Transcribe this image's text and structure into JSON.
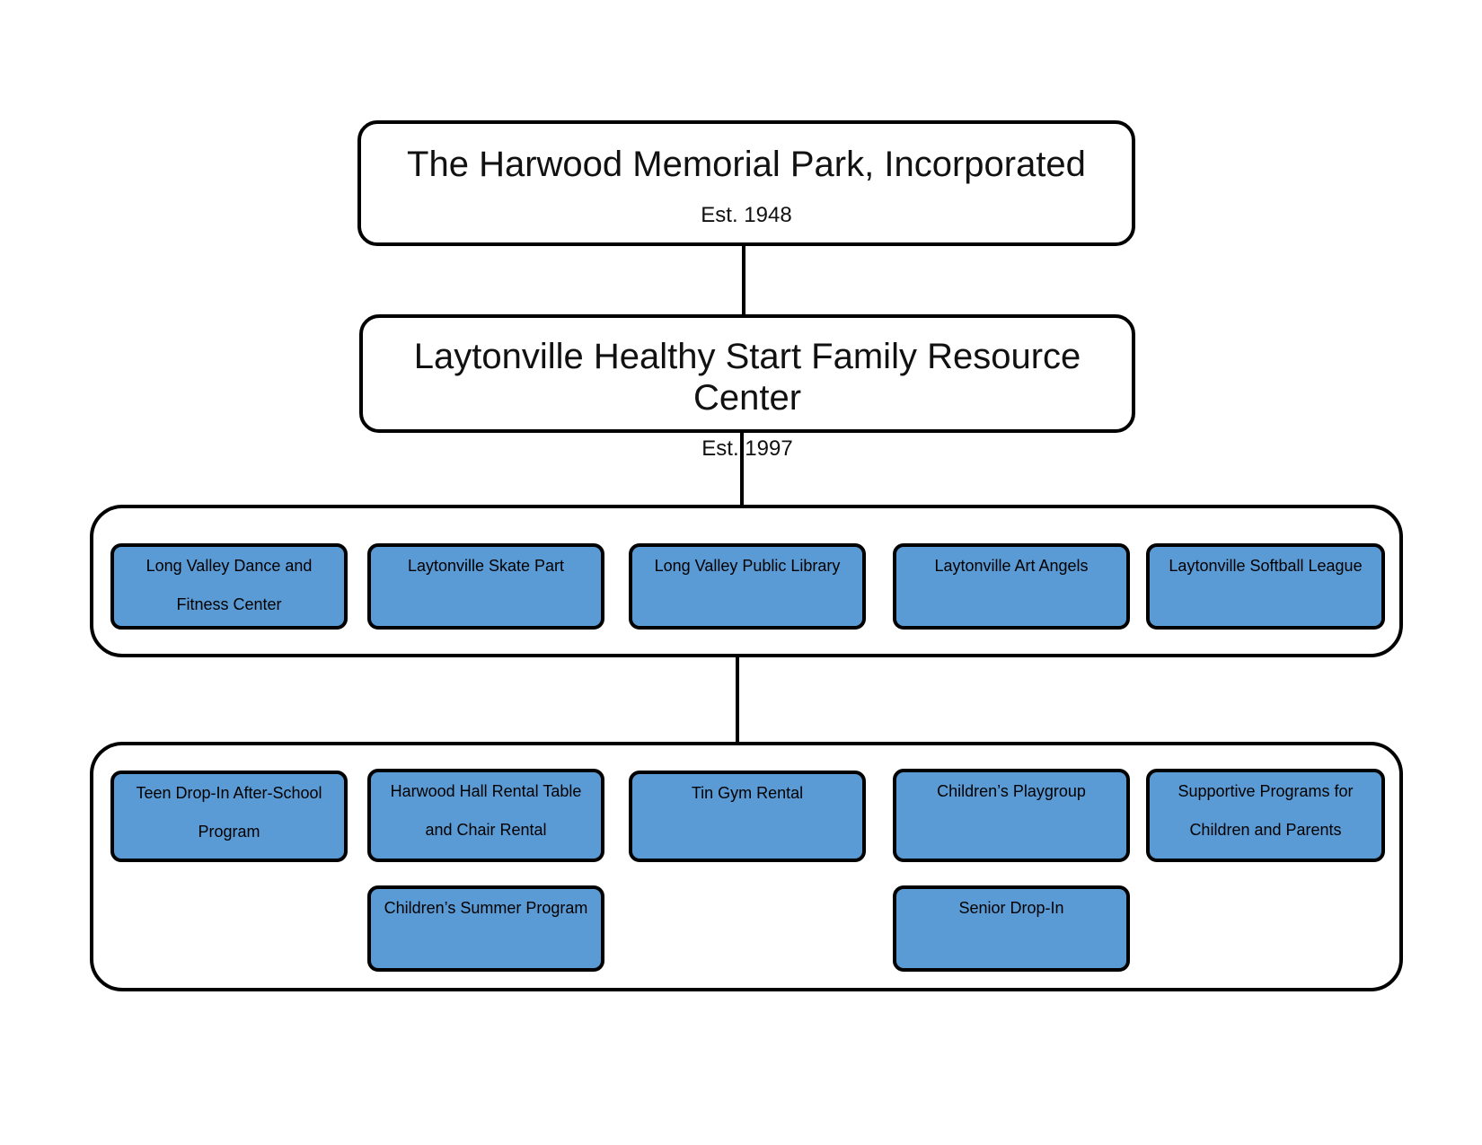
{
  "top": {
    "name": "The Harwood Memorial Park, Incorporated",
    "est": "Est. 1948"
  },
  "second": {
    "name": "Laytonville Healthy Start Family Resource Center",
    "est": "Est. 1997"
  },
  "row1": [
    {
      "label": "Long Valley Dance and Fitness Center"
    },
    {
      "label": "Laytonville Skate Part"
    },
    {
      "label": "Long Valley Public Library"
    },
    {
      "label": "Laytonville Art Angels"
    },
    {
      "label": "Laytonville Softball League"
    }
  ],
  "row2": [
    {
      "label": "Teen Drop-In After-School Program"
    },
    {
      "label": "Harwood Hall Rental Table and Chair Rental"
    },
    {
      "label": "Tin Gym Rental"
    },
    {
      "label": "Children’s Playgroup"
    },
    {
      "label": "Supportive Programs for Children and Parents"
    },
    {
      "label": "Children’s Summer Program"
    },
    {
      "label": "Senior Drop-In"
    }
  ],
  "colors": {
    "program_fill": "#5b9bd5",
    "outline": "#000000",
    "background": "#ffffff"
  }
}
